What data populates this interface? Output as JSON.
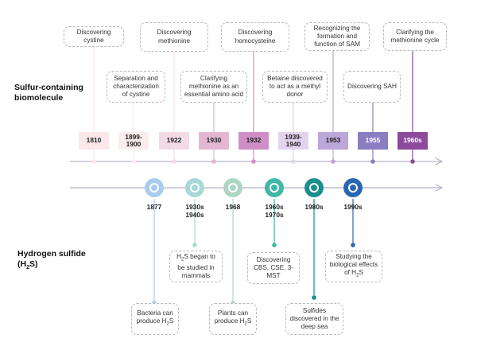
{
  "sections": {
    "biomolecule": "Sulfur-containing biomolecule",
    "h2s_line1": "Hydrogen sulfide",
    "h2s_line2": "(H",
    "h2s_sub": "2",
    "h2s_line3": "S)"
  },
  "biomolecule_events": [
    {
      "year": "1810",
      "text": "Discovering cystine",
      "color": "#fbe7ea"
    },
    {
      "year": "1899-\n1900",
      "text": "Separation and characterization of cystine",
      "color": "#fbecee"
    },
    {
      "year": "1922",
      "text": "Discovering methionine",
      "color": "#f3dbe6"
    },
    {
      "year": "1930",
      "text": "Clarifying methionine as an essential amino acid",
      "color": "#e3b6d2"
    },
    {
      "year": "1932",
      "text": "Discovering homocysteine",
      "color": "#cf8fc6"
    },
    {
      "year": "1939-\n1940",
      "text": "Betaine discovered to act as a methyl donor",
      "color": "#e4d3ee"
    },
    {
      "year": "1953",
      "text": "Recognizing the formation and function of SAM",
      "color": "#bba7d9"
    },
    {
      "year": "1955",
      "text": "Discovering SAH",
      "color": "#8a7ec0"
    },
    {
      "year": "1960s",
      "text": "Clarifying the methionine cycle",
      "color": "#8b4a9a"
    }
  ],
  "h2s_events": [
    {
      "year": "1877",
      "text_pre": "Bacteria can produce H",
      "sub": "2",
      "text_post": "S",
      "color": "#a9cdee"
    },
    {
      "year": "1930s\n1940s",
      "text_pre": "H",
      "sub": "2",
      "text_post": "S began to be studied in mammals",
      "color": "#a6d9d6"
    },
    {
      "year": "1968",
      "text_pre": "Plants can produce H",
      "sub": "2",
      "text_post": "S",
      "color": "#aed6c4"
    },
    {
      "year": "1960s\n1970s",
      "text_pre": "Discovering CBS, CSE, 3-MST",
      "sub": "",
      "text_post": "",
      "color": "#3fb8a5"
    },
    {
      "year": "1980s",
      "text_pre": "Sulfides discovered in the deep sea",
      "sub": "",
      "text_post": "",
      "color": "#1c8e8e"
    },
    {
      "year": "1990s",
      "text_pre": "Studying the biological effects of H",
      "sub": "2",
      "text_post": "S",
      "color": "#2a66b3"
    }
  ],
  "colors": {
    "axis": "#b5b5c8",
    "box_border": "#b8b8b8"
  }
}
